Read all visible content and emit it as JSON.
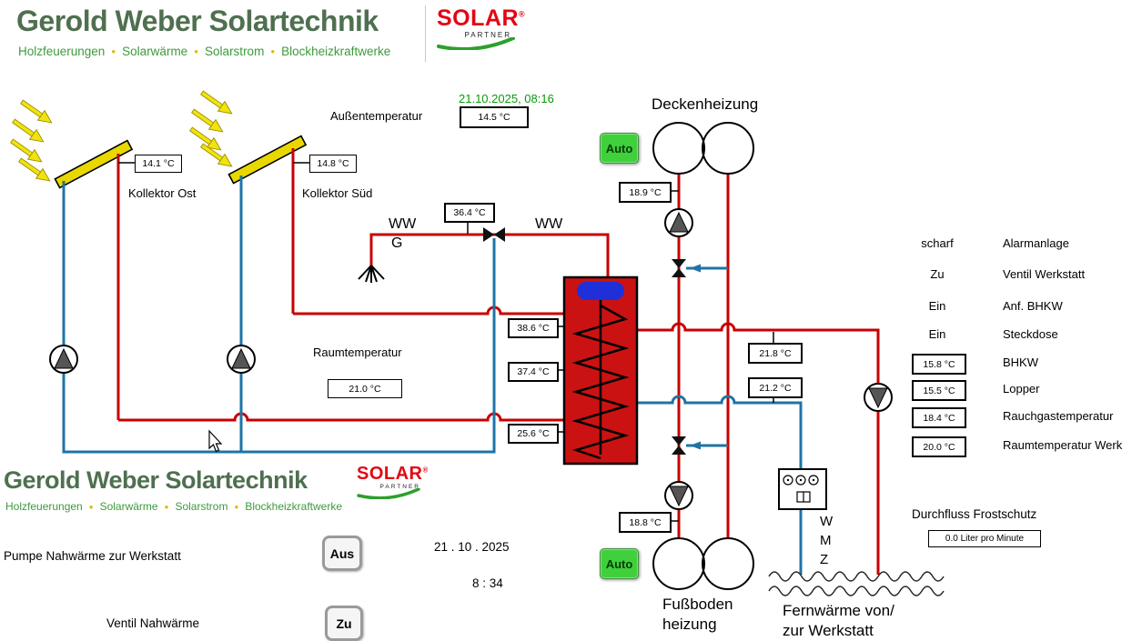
{
  "logo": {
    "title": "Gerold Weber Solartechnik",
    "tagline_items": [
      "Holzfeuerungen",
      "Solarwärme",
      "Solarstrom",
      "Blockheizkraftwerke"
    ],
    "bullet": "●",
    "solar": "SOLAR",
    "partner": "PARTNER",
    "registered": "®"
  },
  "header": {
    "datetime": "21.10.2025,  08:16"
  },
  "labels": {
    "aussentemperatur": "Außentemperatur",
    "kollektor_ost": "Kollektor Ost",
    "kollektor_sued": "Kollektor Süd",
    "deckenheizung": "Deckenheizung",
    "raumtemperatur": "Raumtemperatur",
    "ww_left": "WW",
    "ww_g": "G",
    "ww_right": "WW",
    "fussboden_line1": "Fußboden",
    "fussboden_line2": "heizung",
    "fernwaerme_line1": "Fernwärme von/",
    "fernwaerme_line2": "zur Werkstatt",
    "durchfluss": "Durchfluss Frostschutz",
    "wmz_w": "W",
    "wmz_m": "M",
    "wmz_z": "Z"
  },
  "temps": {
    "aussen": "14.5 °C",
    "kollektor_ost": "14.1 °C",
    "kollektor_sued": "14.8 °C",
    "decken_ruecklauf": "18.9 °C",
    "warmwasser": "36.4 °C",
    "tank_oben": "38.6 °C",
    "tank_mitte": "37.4 °C",
    "tank_unten": "25.6 °C",
    "raum": "21.0 °C",
    "vorlauf": "21.8 °C",
    "ruecklauf": "21.2 °C",
    "fussboden": "18.8 °C",
    "durchfluss": "0.0 Liter pro Minute"
  },
  "buttons": {
    "auto_decken": "Auto",
    "auto_fussboden": "Auto",
    "pumpe_aus": "Aus",
    "ventil_zu": "Zu"
  },
  "status": {
    "rows": [
      {
        "value": "scharf",
        "label": "Alarmanlage"
      },
      {
        "value": "Zu",
        "label": "Ventil Werkstatt"
      },
      {
        "value": "Ein",
        "label": "Anf. BHKW"
      },
      {
        "value": "Ein",
        "label": "Steckdose"
      }
    ],
    "temp_rows": [
      {
        "value": "15.8 °C",
        "label": "BHKW"
      },
      {
        "value": "15.5 °C",
        "label": "Lopper"
      },
      {
        "value": "18.4 °C",
        "label": "Rauchgastemperatur"
      },
      {
        "value": "20.0 °C",
        "label": "Raumtemperatur Werk"
      }
    ]
  },
  "footer": {
    "pumpe_label": "Pumpe  Nahwärme zur Werkstatt",
    "ventil_label": "Ventil Nahwärme",
    "date": "21 . 10 .  2025",
    "time": "8  :  34"
  },
  "colors": {
    "pipe_hot": "#c90000",
    "pipe_cold": "#1d74a6",
    "tank_red": "#cb1212",
    "auto_green": "#3fd03c",
    "logo_green": "#4f7050",
    "tagline_green": "#3c9b3c",
    "solar_red": "#e30613",
    "datetime_green": "#0a9a0a",
    "collector_yellow": "#e8d800"
  }
}
